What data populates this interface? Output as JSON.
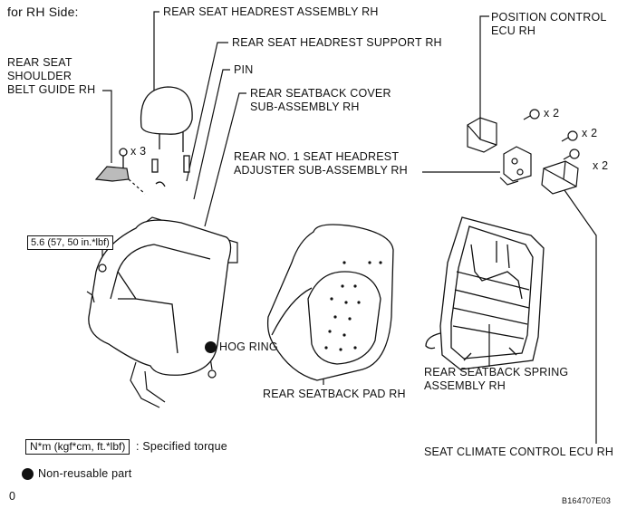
{
  "title": "for RH Side:",
  "labels": {
    "headrest_assembly": "REAR SEAT HEADREST ASSEMBLY RH",
    "headrest_support": "REAR SEAT HEADREST SUPPORT RH",
    "pin": "PIN",
    "seatback_cover": "REAR SEATBACK COVER\nSUB-ASSEMBLY RH",
    "shoulder_belt_guide": "REAR SEAT\nSHOULDER\nBELT GUIDE RH",
    "position_control_ecu": "POSITION CONTROL\nECU RH",
    "headrest_adjuster": "REAR NO. 1 SEAT HEADREST\nADJUSTER SUB-ASSEMBLY RH",
    "hog_ring": "HOG RING",
    "seatback_pad": "REAR SEATBACK PAD RH",
    "seatback_spring": "REAR SEATBACK SPRING\nASSEMBLY RH",
    "climate_control_ecu": "SEAT CLIMATE CONTROL ECU RH"
  },
  "quantities": {
    "belt_guide_bolts": "x 3",
    "ecu_bolts_1": "x 2",
    "ecu_bolts_2": "x 2",
    "ecu_bolts_3": "x 2"
  },
  "torque_value": "5.6 (57, 50 in.*lbf)",
  "legend": {
    "torque_units": "N*m (kgf*cm, ft.*lbf)",
    "torque_desc": ": Specified torque",
    "non_reusable": "Non-reusable part"
  },
  "page_mark": "0",
  "figure_code": "B164707E03"
}
